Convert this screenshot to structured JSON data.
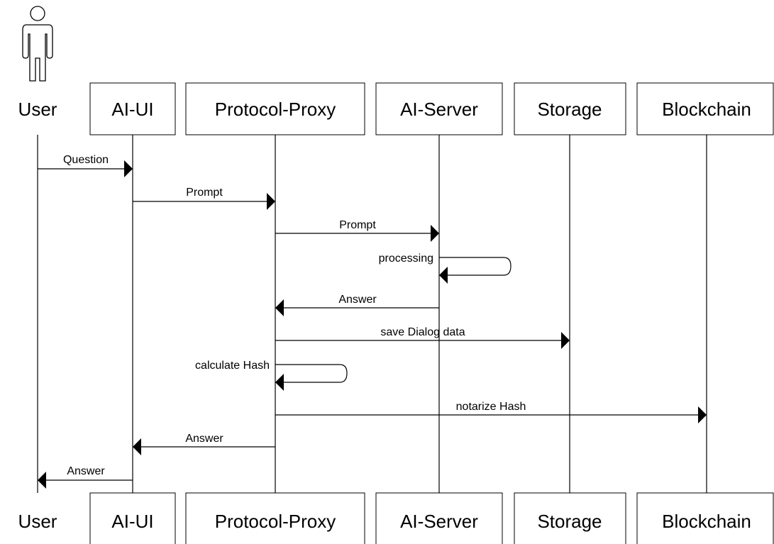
{
  "participants": [
    {
      "id": "user",
      "label": "User",
      "type": "actor"
    },
    {
      "id": "ai-ui",
      "label": "AI-UI",
      "type": "box"
    },
    {
      "id": "protocol-proxy",
      "label": "Protocol-Proxy",
      "type": "box"
    },
    {
      "id": "ai-server",
      "label": "AI-Server",
      "type": "box"
    },
    {
      "id": "storage",
      "label": "Storage",
      "type": "box"
    },
    {
      "id": "blockchain",
      "label": "Blockchain",
      "type": "box"
    }
  ],
  "messages": [
    {
      "from": "user",
      "to": "ai-ui",
      "label": "Question"
    },
    {
      "from": "ai-ui",
      "to": "protocol-proxy",
      "label": "Prompt"
    },
    {
      "from": "protocol-proxy",
      "to": "ai-server",
      "label": "Prompt"
    },
    {
      "from": "ai-server",
      "to": "ai-server",
      "label": "processing"
    },
    {
      "from": "ai-server",
      "to": "protocol-proxy",
      "label": "Answer"
    },
    {
      "from": "protocol-proxy",
      "to": "storage",
      "label": "save Dialog data"
    },
    {
      "from": "protocol-proxy",
      "to": "protocol-proxy",
      "label": "calculate Hash"
    },
    {
      "from": "protocol-proxy",
      "to": "blockchain",
      "label": "notarize Hash"
    },
    {
      "from": "protocol-proxy",
      "to": "ai-ui",
      "label": "Answer"
    },
    {
      "from": "ai-ui",
      "to": "user",
      "label": "Answer"
    }
  ]
}
